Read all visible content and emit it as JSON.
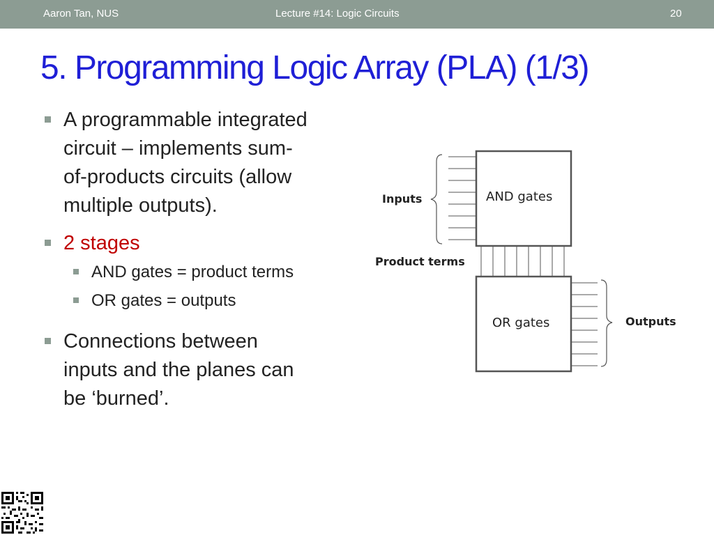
{
  "header": {
    "author": "Aaron Tan, NUS",
    "lecture": "Lecture #14: Logic Circuits",
    "page_number": "20"
  },
  "slide": {
    "title": "5. Programming Logic Array (PLA) (1/3)"
  },
  "bullets": [
    {
      "lines": [
        "A programmable integrated",
        "circuit – implements  sum-",
        "of-products circuits (allow",
        "multiple outputs)."
      ]
    },
    {
      "text": "2 stages",
      "color": "#c00000",
      "sub": [
        "AND gates = product terms",
        "OR gates = outputs"
      ]
    },
    {
      "lines": [
        "Connections between",
        "inputs and the planes can",
        "be ‘burned’."
      ]
    }
  ],
  "diagram": {
    "inputs_label": "Inputs",
    "and_plane_label": "AND gates",
    "product_terms_label": "Product terms",
    "or_plane_label": "OR gates",
    "outputs_label": "Outputs"
  },
  "colors": {
    "header_bg": "#8c9c93",
    "title": "#1f1fd6",
    "accent_red": "#c00000"
  },
  "icons": {
    "qr": "qr-code-icon"
  }
}
